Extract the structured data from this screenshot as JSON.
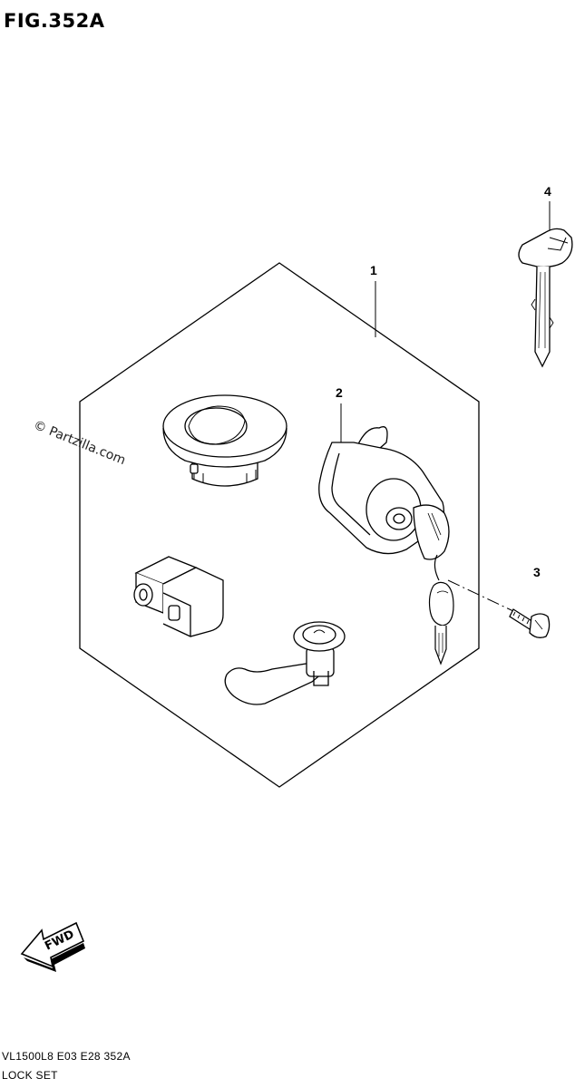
{
  "figure": {
    "title": "FIG.352A"
  },
  "callouts": [
    {
      "id": "1",
      "label": "1"
    },
    {
      "id": "2",
      "label": "2"
    },
    {
      "id": "3",
      "label": "3"
    },
    {
      "id": "4",
      "label": "4"
    }
  ],
  "watermark": {
    "text": "© Partzilla.com"
  },
  "direction_arrow": {
    "label": "FWD"
  },
  "footer": {
    "code": "VL1500L8 E03 E28 352A",
    "name": "LOCK SET"
  },
  "colors": {
    "line": "#000000",
    "background": "#ffffff"
  }
}
